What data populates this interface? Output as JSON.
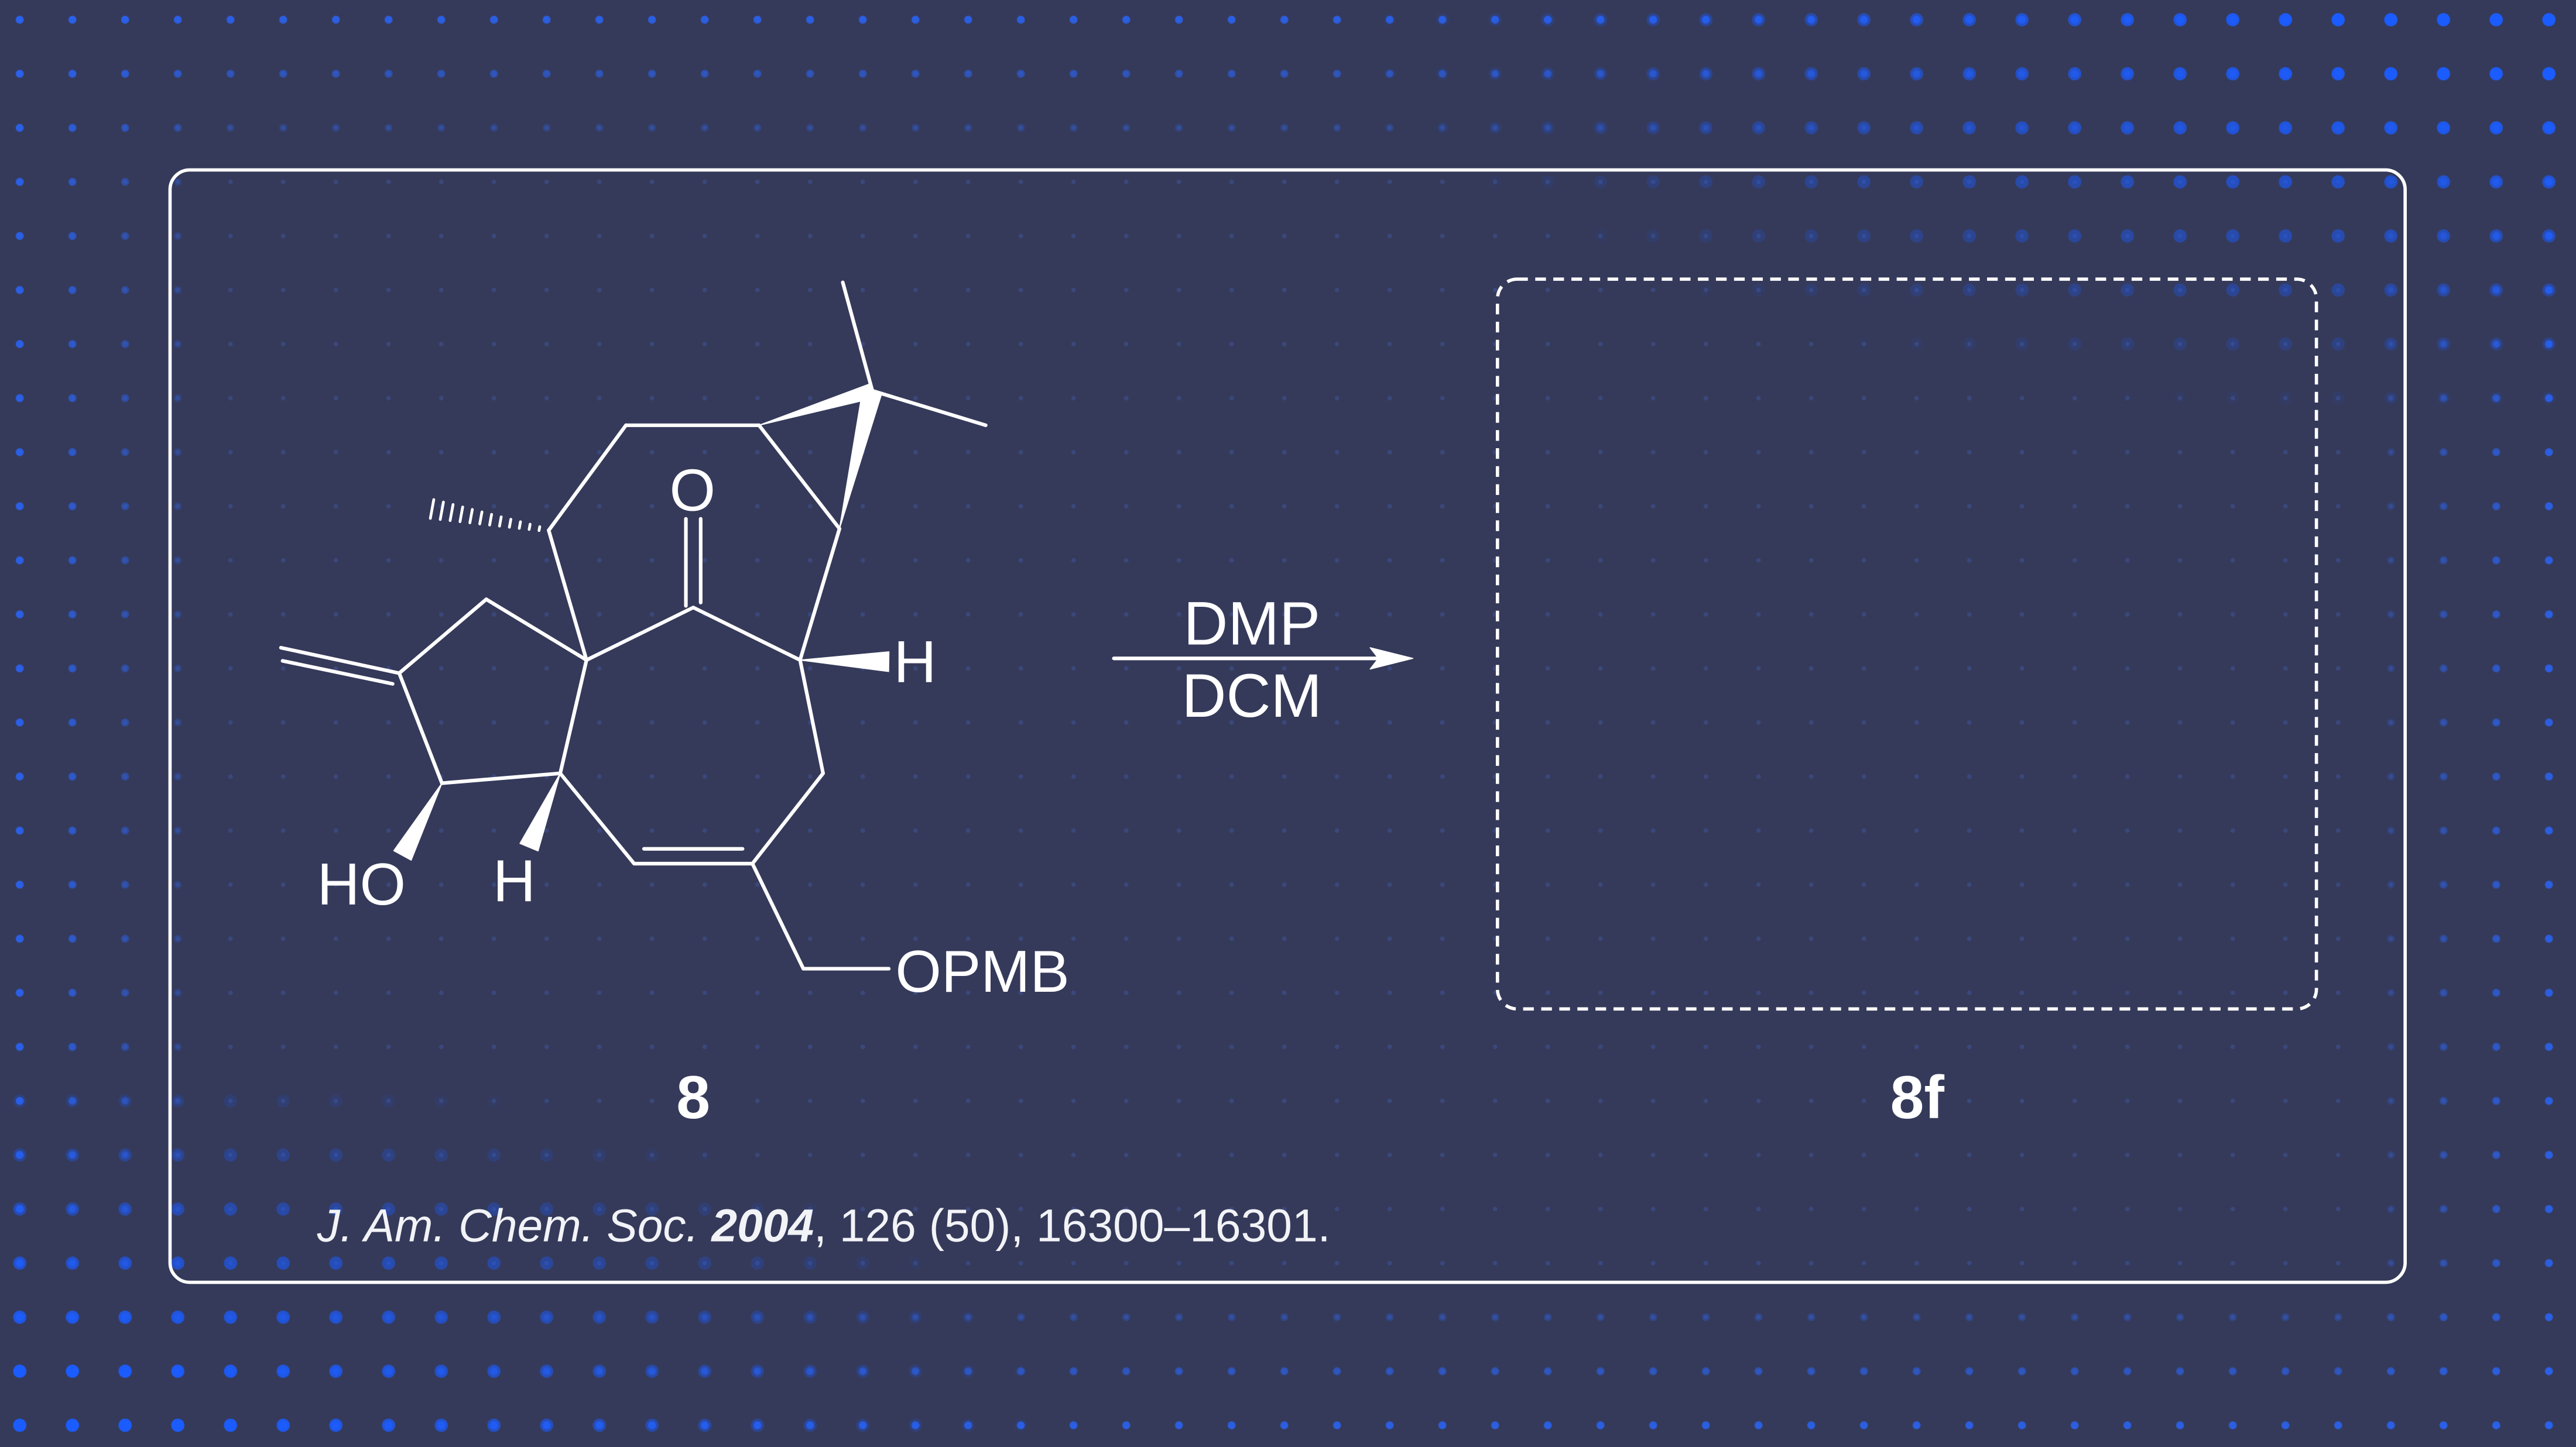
{
  "scheme": {
    "reactant": {
      "label": "8",
      "atom_labels": {
        "carbonyl_o": "O",
        "h_right": "H",
        "ho": "HO",
        "h_lower": "H",
        "opmb": "OPMB"
      }
    },
    "reagents": {
      "above_arrow": "DMP",
      "below_arrow": "DCM"
    },
    "product": {
      "label": "8f"
    }
  },
  "citation": {
    "journal": "J. Am. Chem. Soc.",
    "year": "2004",
    "details": ", 126 (50), 16300–16301."
  },
  "colors": {
    "background": "#353a5a",
    "dot_accent": "#1b5cff",
    "foreground": "#ffffff"
  }
}
